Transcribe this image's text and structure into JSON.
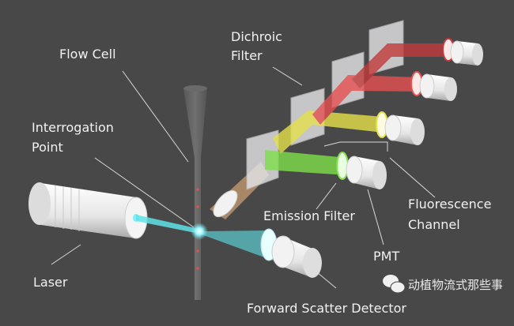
{
  "labels": {
    "flow_cell": "Flow Cell",
    "dichroic_line1": "Dichroic",
    "dichroic_line2": "Filter",
    "interrogation_line1": "Interrogation",
    "interrogation_line2": "Point",
    "laser": "Laser",
    "emission_filter": "Emission Filter",
    "fluorescence_line1": "Fluorescence",
    "fluorescence_line2": "Channel",
    "pmt": "PMT",
    "forward_scatter": "Forward Scatter Detector"
  },
  "watermark": "动植物流式那些事",
  "colors": {
    "laser_beam": "#5fe3e8",
    "green": "#7ee04a",
    "yellow": "#e6e04a",
    "red": "#e65050",
    "dark_red": "#c23a3a",
    "side_scatter": "#e8b27a"
  }
}
